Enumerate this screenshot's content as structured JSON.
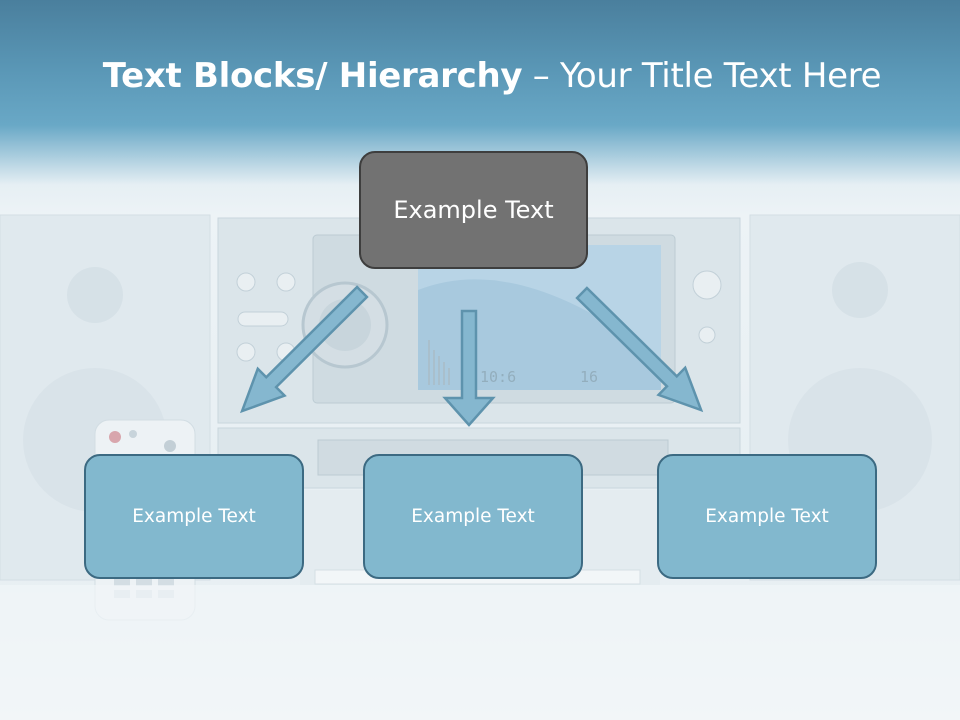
{
  "slide": {
    "title_bold": "Text Blocks/ Hierarchy",
    "title_rest": " – Your Title Text Here"
  },
  "diagram": {
    "top_box": "Example Text",
    "child_boxes": [
      "Example Text",
      "Example Text",
      "Example Text"
    ]
  },
  "background_display": {
    "readout_1": "16",
    "readout_2": "10:6"
  },
  "colors": {
    "top_box_fill": "#727272",
    "child_box_fill": "#82b8ce",
    "child_box_border": "#3c6a82",
    "arrow_fill": "#85b7cf",
    "title_band": "#5a97b6"
  },
  "icons": [
    "arrow-down-left-icon",
    "arrow-down-icon",
    "arrow-down-right-icon"
  ]
}
